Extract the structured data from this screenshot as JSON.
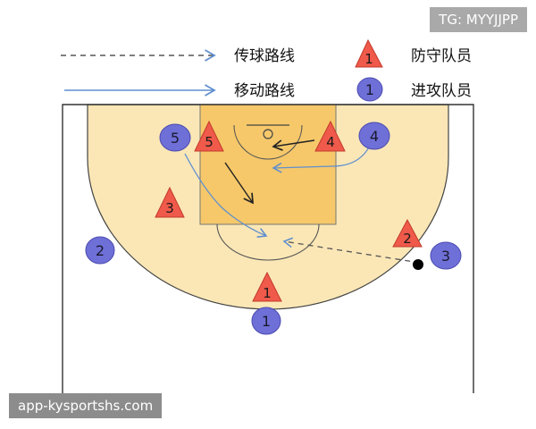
{
  "watermark": "TG: MYYJJPP",
  "footer_url": "app-kysportshs.com",
  "legend": {
    "pass_route": "传球路线",
    "move_route": "移动路线",
    "defender": "防守队员",
    "defender_symbol_num": "1",
    "attacker": "进攻队员",
    "attacker_symbol_num": "1"
  },
  "attackers": [
    {
      "num": "5"
    },
    {
      "num": "4"
    },
    {
      "num": "2"
    },
    {
      "num": "3"
    },
    {
      "num": "1"
    }
  ],
  "defenders": [
    {
      "num": "5"
    },
    {
      "num": "4"
    },
    {
      "num": "3"
    },
    {
      "num": "2"
    },
    {
      "num": "1"
    }
  ],
  "colors": {
    "court_fill": "#fbe7b6",
    "paint_fill": "#f6c86a",
    "attacker_fill": "#6f6fd8",
    "defender_fill": "#ef5a4a",
    "route_line": "#5f8fcf"
  }
}
